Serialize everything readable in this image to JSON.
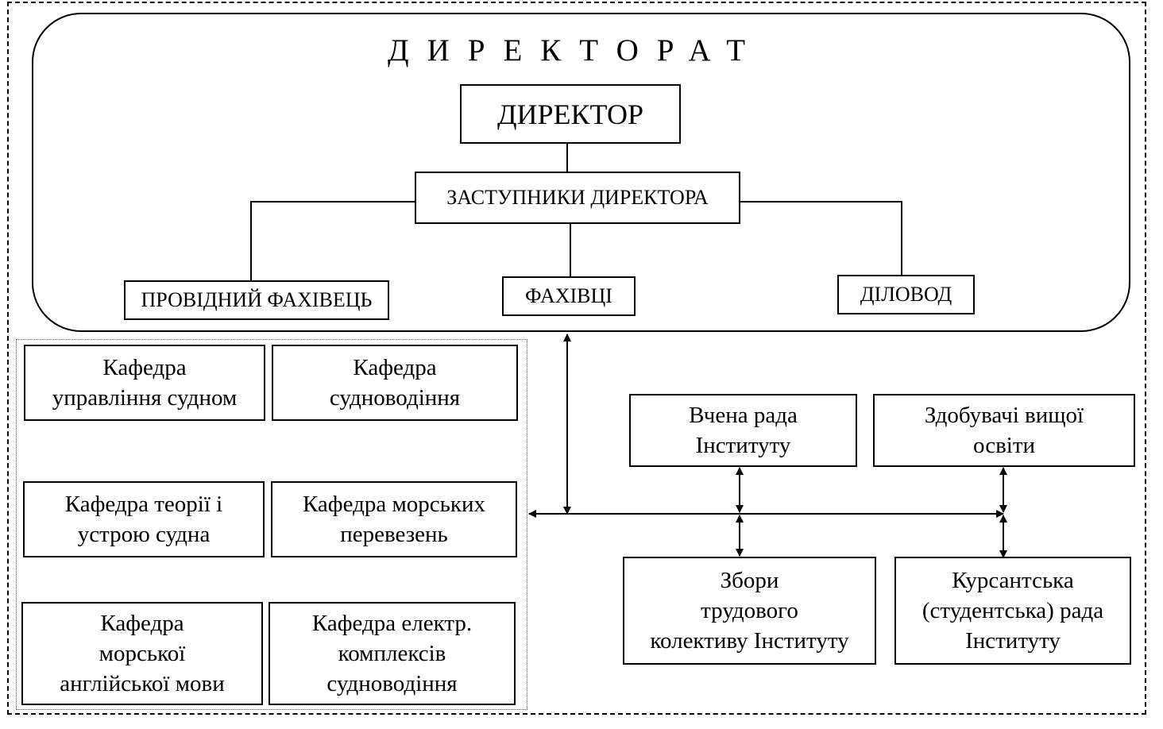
{
  "diagram": {
    "title": "ДИРЕКТОРАТ",
    "directorate": {
      "director": "ДИРЕКТОР",
      "deputies": "ЗАСТУПНИКИ ДИРЕКТОРА",
      "lead_specialist": "ПРОВІДНИЙ ФАХІВЕЦЬ",
      "specialists": "ФАХІВЦІ",
      "clerk": "ДІЛОВОД"
    },
    "departments": [
      {
        "label": "Кафедра\nуправління судном"
      },
      {
        "label": "Кафедра\nсудноводіння"
      },
      {
        "label": "Кафедра теорії і\nустрою судна"
      },
      {
        "label": "Кафедра морських\nперевезень"
      },
      {
        "label": "Кафедра\nморської\nанглійської мови"
      },
      {
        "label": "Кафедра електр.\nкомплексів\nсудноводіння"
      }
    ],
    "bodies": {
      "academic_council": "Вчена рада\nІнституту",
      "students": "Здобувачі вищої\nосвіти",
      "staff_meeting": "Збори\nтрудового\nколективу Інституту",
      "cadet_council": "Курсантська\n(студентська) рада\nІнституту"
    },
    "edges": [
      {
        "from": "director",
        "to": "deputies",
        "type": "line"
      },
      {
        "from": "deputies",
        "to": "lead_specialist",
        "type": "line"
      },
      {
        "from": "deputies",
        "to": "specialists",
        "type": "line"
      },
      {
        "from": "deputies",
        "to": "clerk",
        "type": "line"
      },
      {
        "from": "directorate",
        "to": "bus",
        "type": "bidirectional-arrow"
      },
      {
        "from": "bus",
        "to": "departments",
        "type": "arrow"
      },
      {
        "from": "bus",
        "to": "academic_council",
        "type": "bidirectional-arrow"
      },
      {
        "from": "bus",
        "to": "staff_meeting",
        "type": "bidirectional-arrow"
      },
      {
        "from": "bus",
        "to": "students",
        "type": "bidirectional-arrow"
      },
      {
        "from": "bus",
        "to": "cadet_council",
        "type": "bidirectional-arrow"
      }
    ]
  }
}
